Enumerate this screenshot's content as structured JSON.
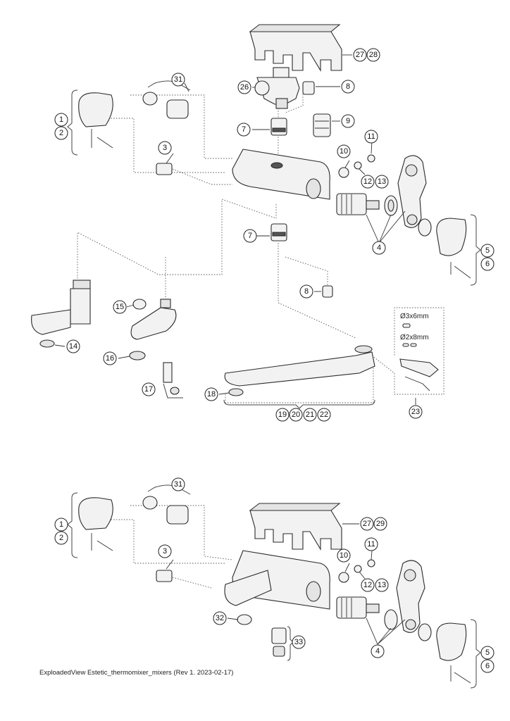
{
  "caption": "ExploadedView Estetic_thermomixer_mixers  (Rev 1. 2023-02-17)",
  "kit_notes": [
    "Ø3x6mm",
    "Ø2x8mm"
  ],
  "labels": {
    "l1": "1",
    "l2": "2",
    "l31": "31",
    "l3": "3",
    "l26": "26",
    "l8a": "8",
    "l7a": "7",
    "l9": "9",
    "l2728a": "27",
    "l28": "28",
    "l10a": "10",
    "l11a": "11",
    "l12a": "12",
    "l13a": "13",
    "l4a": "4",
    "l5a": "5",
    "l6a": "6",
    "l7b": "7",
    "l8b": "8",
    "l15": "15",
    "l14": "14",
    "l16": "16",
    "l17": "17",
    "l18": "18",
    "l19": "19",
    "l20": "20",
    "l21": "21",
    "l22": "22",
    "l23": "23",
    "m1": "1",
    "m2": "2",
    "m31": "31",
    "m3": "3",
    "m27": "27",
    "m29": "29",
    "m10": "10",
    "m11": "11",
    "m12": "12",
    "m13": "13",
    "m4": "4",
    "m5": "5",
    "m6": "6",
    "m32": "32",
    "m33": "33"
  },
  "colors": {
    "outline": "#2b2b2b",
    "fill": "#f2f2f2",
    "leader": "#555555"
  }
}
